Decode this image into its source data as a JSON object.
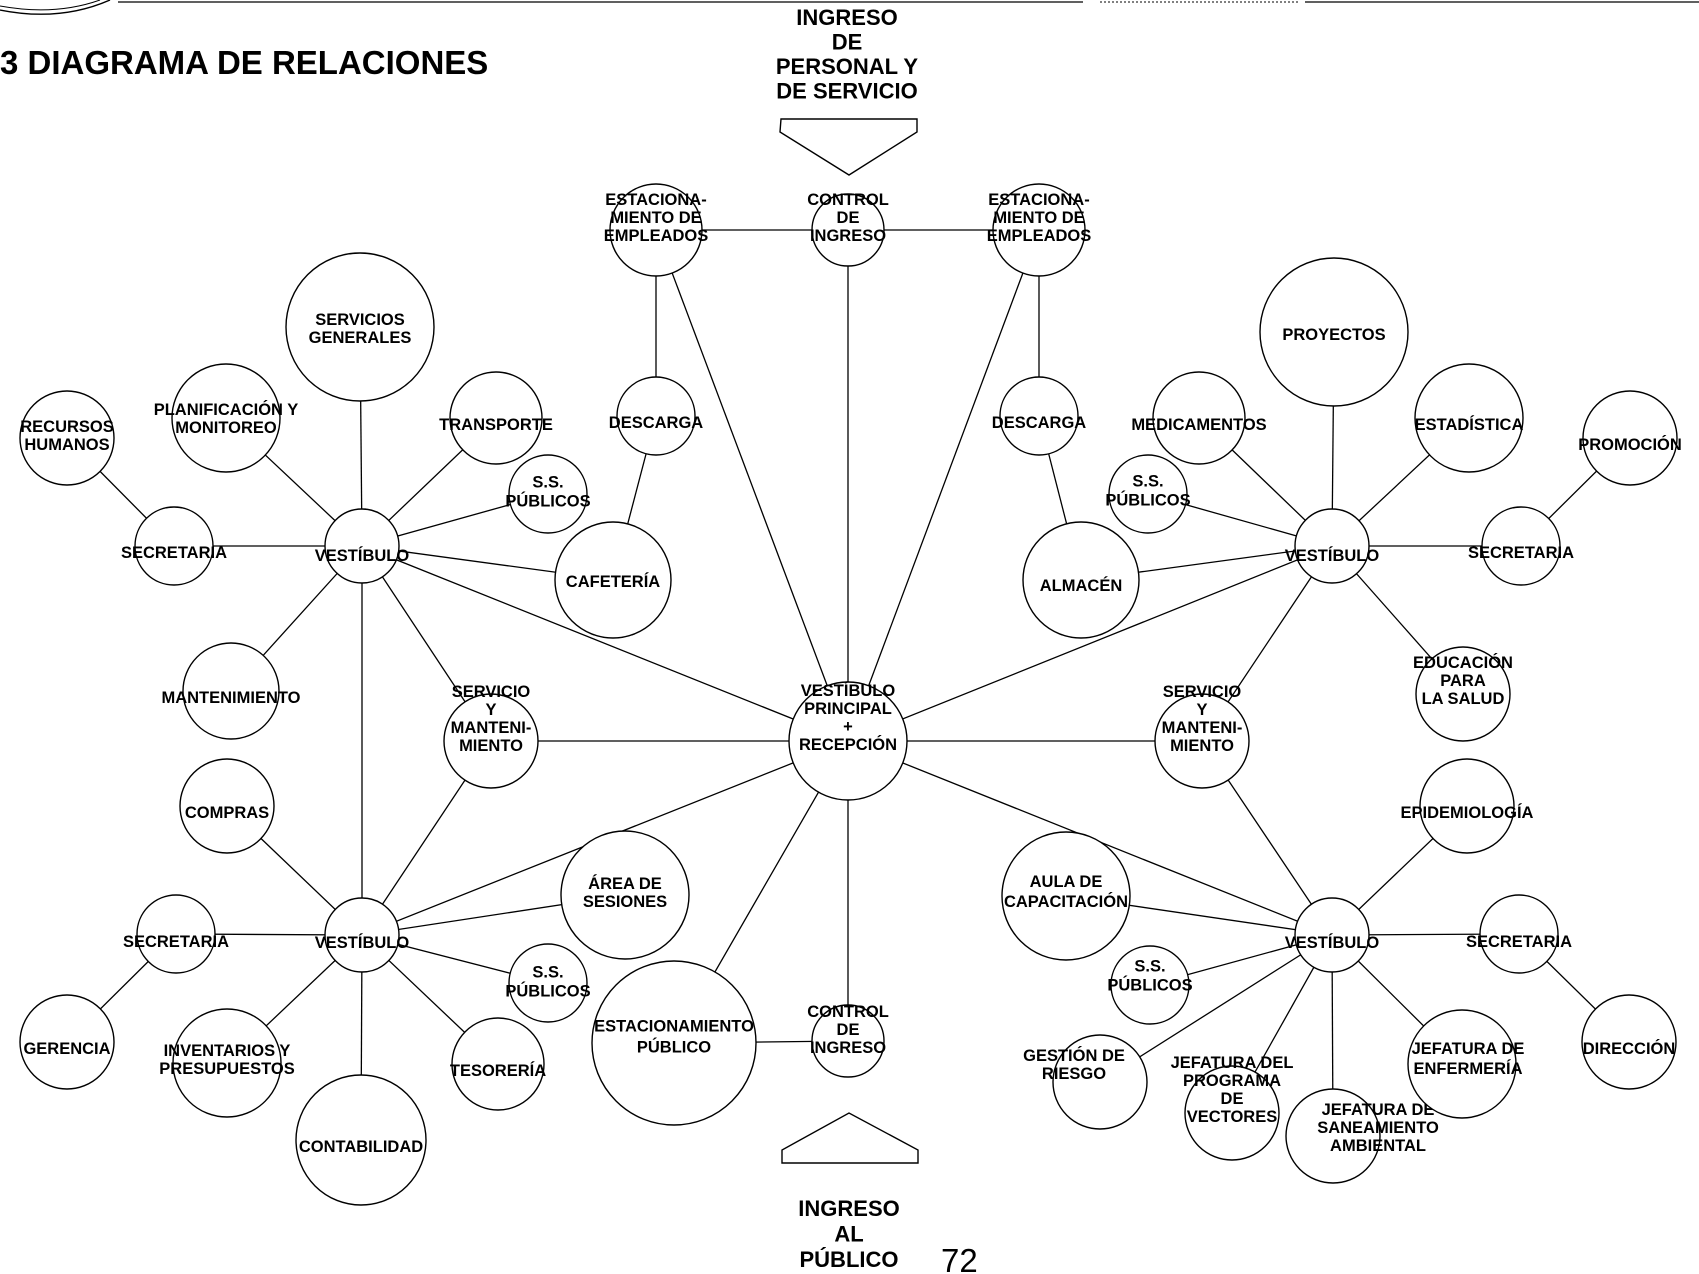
{
  "title": "3 DIAGRAMA DE RELACIONES",
  "page_number": "72",
  "entry_top": [
    "INGRESO",
    "DE",
    "PERSONAL Y",
    "DE SERVICIO"
  ],
  "entry_bottom": [
    "INGRESO",
    "AL",
    "PÚBLICO"
  ],
  "nodes": [
    {
      "id": "center",
      "lines": [
        "VESTÍBULO",
        "PRINCIPAL",
        "+",
        "RECEPCIÓN"
      ]
    },
    {
      "id": "ctrl_top",
      "lines": [
        "CONTROL",
        "DE",
        "INGRESO"
      ]
    },
    {
      "id": "est_emp_l",
      "lines": [
        "ESTACIONA-",
        "MIENTO DE",
        "EMPLEADOS"
      ]
    },
    {
      "id": "est_emp_r",
      "lines": [
        "ESTACIONA-",
        "MIENTO DE",
        "EMPLEADOS"
      ]
    },
    {
      "id": "desc_l",
      "lines": [
        "DESCARGA"
      ]
    },
    {
      "id": "desc_r",
      "lines": [
        "DESCARGA"
      ]
    },
    {
      "id": "cafeteria",
      "lines": [
        "CAFETERÍA"
      ]
    },
    {
      "id": "almacen",
      "lines": [
        "ALMACÉN"
      ]
    },
    {
      "id": "serv_l",
      "lines": [
        "SERVICIO",
        "Y",
        "MANTENI-",
        "MIENTO"
      ]
    },
    {
      "id": "serv_r",
      "lines": [
        "SERVICIO",
        "Y",
        "MANTENI-",
        "MIENTO"
      ]
    },
    {
      "id": "ctrl_bot",
      "lines": [
        "CONTROL",
        "DE",
        "INGRESO"
      ]
    },
    {
      "id": "est_pub",
      "lines": [
        "ESTACIONAMIENTO",
        "PÚBLICO"
      ]
    },
    {
      "id": "area_ses",
      "lines": [
        "ÁREA DE",
        "SESIONES"
      ]
    },
    {
      "id": "aula",
      "lines": [
        "AULA DE",
        "CAPACITACIÓN"
      ]
    },
    {
      "id": "vtl",
      "lines": [
        "VESTÍBULO"
      ]
    },
    {
      "id": "serv_gen",
      "lines": [
        "SERVICIOS",
        "GENERALES"
      ]
    },
    {
      "id": "plan",
      "lines": [
        "PLANIFICACIÓN Y",
        "MONITOREO"
      ]
    },
    {
      "id": "rrhh",
      "lines": [
        "RECURSOS",
        "HUMANOS"
      ]
    },
    {
      "id": "transp",
      "lines": [
        "TRANSPORTE"
      ]
    },
    {
      "id": "ss_tl",
      "lines": [
        "S.S.",
        "PÚBLICOS"
      ]
    },
    {
      "id": "secr_tl",
      "lines": [
        "SECRETARIA"
      ]
    },
    {
      "id": "mant",
      "lines": [
        "MANTENIMIENTO"
      ]
    },
    {
      "id": "vtr",
      "lines": [
        "VESTÍBULO"
      ]
    },
    {
      "id": "proy",
      "lines": [
        "PROYECTOS"
      ]
    },
    {
      "id": "medic",
      "lines": [
        "MEDICAMENTOS"
      ]
    },
    {
      "id": "estad",
      "lines": [
        "ESTADÍSTICA"
      ]
    },
    {
      "id": "promo",
      "lines": [
        "PROMOCIÓN"
      ]
    },
    {
      "id": "ss_tr",
      "lines": [
        "S.S.",
        "PÚBLICOS"
      ]
    },
    {
      "id": "secr_tr",
      "lines": [
        "SECRETARIA"
      ]
    },
    {
      "id": "educ",
      "lines": [
        "EDUCACIÓN",
        "PARA",
        "LA SALUD"
      ]
    },
    {
      "id": "vbl",
      "lines": [
        "VESTÍBULO"
      ]
    },
    {
      "id": "compras",
      "lines": [
        "COMPRAS"
      ]
    },
    {
      "id": "secr_bl",
      "lines": [
        "SECRETARIA"
      ]
    },
    {
      "id": "gerencia",
      "lines": [
        "GERENCIA"
      ]
    },
    {
      "id": "inv",
      "lines": [
        "INVENTARIOS Y",
        "PRESUPUESTOS"
      ]
    },
    {
      "id": "contab",
      "lines": [
        "CONTABILIDAD"
      ]
    },
    {
      "id": "tesor",
      "lines": [
        "TESORERÍA"
      ]
    },
    {
      "id": "ss_bl",
      "lines": [
        "S.S.",
        "PÚBLICOS"
      ]
    },
    {
      "id": "vbr",
      "lines": [
        "VESTÍBULO"
      ]
    },
    {
      "id": "epid",
      "lines": [
        "EPIDEMIOLOGÍA"
      ]
    },
    {
      "id": "secr_br",
      "lines": [
        "SECRETARIA"
      ]
    },
    {
      "id": "direc",
      "lines": [
        "DIRECCIÓN"
      ]
    },
    {
      "id": "ss_br",
      "lines": [
        "S.S.",
        "PÚBLICOS"
      ]
    },
    {
      "id": "gest",
      "lines": [
        "GESTIÓN DE",
        "RIESGO"
      ]
    },
    {
      "id": "jef_prog",
      "lines": [
        "JEFATURA DEL",
        "PROGRAMA",
        "DE",
        "VECTORES"
      ]
    },
    {
      "id": "jef_san",
      "lines": [
        "JEFATURA DE",
        "SANEAMIENTO",
        "AMBIENTAL"
      ]
    },
    {
      "id": "jef_enf",
      "lines": [
        "JEFATURA DE",
        "ENFERMERÍA"
      ]
    }
  ],
  "edges": [
    [
      "center",
      "ctrl_top"
    ],
    [
      "center",
      "est_emp_l"
    ],
    [
      "center",
      "est_emp_r"
    ],
    [
      "center",
      "vtl"
    ],
    [
      "center",
      "vtr"
    ],
    [
      "center",
      "vbl"
    ],
    [
      "center",
      "vbr"
    ],
    [
      "center",
      "serv_l"
    ],
    [
      "center",
      "serv_r"
    ],
    [
      "center",
      "ctrl_bot"
    ],
    [
      "center",
      "est_pub"
    ],
    [
      "ctrl_top",
      "est_emp_l"
    ],
    [
      "ctrl_top",
      "est_emp_r"
    ],
    [
      "est_emp_l",
      "desc_l"
    ],
    [
      "desc_l",
      "cafeteria"
    ],
    [
      "est_emp_r",
      "desc_r"
    ],
    [
      "desc_r",
      "almacen"
    ],
    [
      "ctrl_bot",
      "est_pub"
    ],
    [
      "vtl",
      "serv_gen"
    ],
    [
      "vtl",
      "plan"
    ],
    [
      "vtl",
      "transp"
    ],
    [
      "vtl",
      "ss_tl"
    ],
    [
      "vtl",
      "cafeteria"
    ],
    [
      "vtl",
      "secr_tl"
    ],
    [
      "secr_tl",
      "rrhh"
    ],
    [
      "vtl",
      "mant"
    ],
    [
      "vtl",
      "serv_l"
    ],
    [
      "vtl",
      "vbl"
    ],
    [
      "vtr",
      "proy"
    ],
    [
      "vtr",
      "medic"
    ],
    [
      "vtr",
      "estad"
    ],
    [
      "vtr",
      "ss_tr"
    ],
    [
      "vtr",
      "almacen"
    ],
    [
      "vtr",
      "secr_tr"
    ],
    [
      "secr_tr",
      "promo"
    ],
    [
      "vtr",
      "educ"
    ],
    [
      "vtr",
      "serv_r"
    ],
    [
      "vbl",
      "serv_l"
    ],
    [
      "vbl",
      "compras"
    ],
    [
      "vbl",
      "secr_bl"
    ],
    [
      "secr_bl",
      "gerencia"
    ],
    [
      "vbl",
      "inv"
    ],
    [
      "vbl",
      "contab"
    ],
    [
      "vbl",
      "tesor"
    ],
    [
      "vbl",
      "ss_bl"
    ],
    [
      "vbl",
      "area_ses"
    ],
    [
      "vbr",
      "serv_r"
    ],
    [
      "vbr",
      "epid"
    ],
    [
      "vbr",
      "secr_br"
    ],
    [
      "secr_br",
      "direc"
    ],
    [
      "vbr",
      "ss_br"
    ],
    [
      "vbr",
      "aula"
    ],
    [
      "vbr",
      "gest"
    ],
    [
      "vbr",
      "jef_prog"
    ],
    [
      "vbr",
      "jef_san"
    ],
    [
      "vbr",
      "jef_enf"
    ]
  ]
}
